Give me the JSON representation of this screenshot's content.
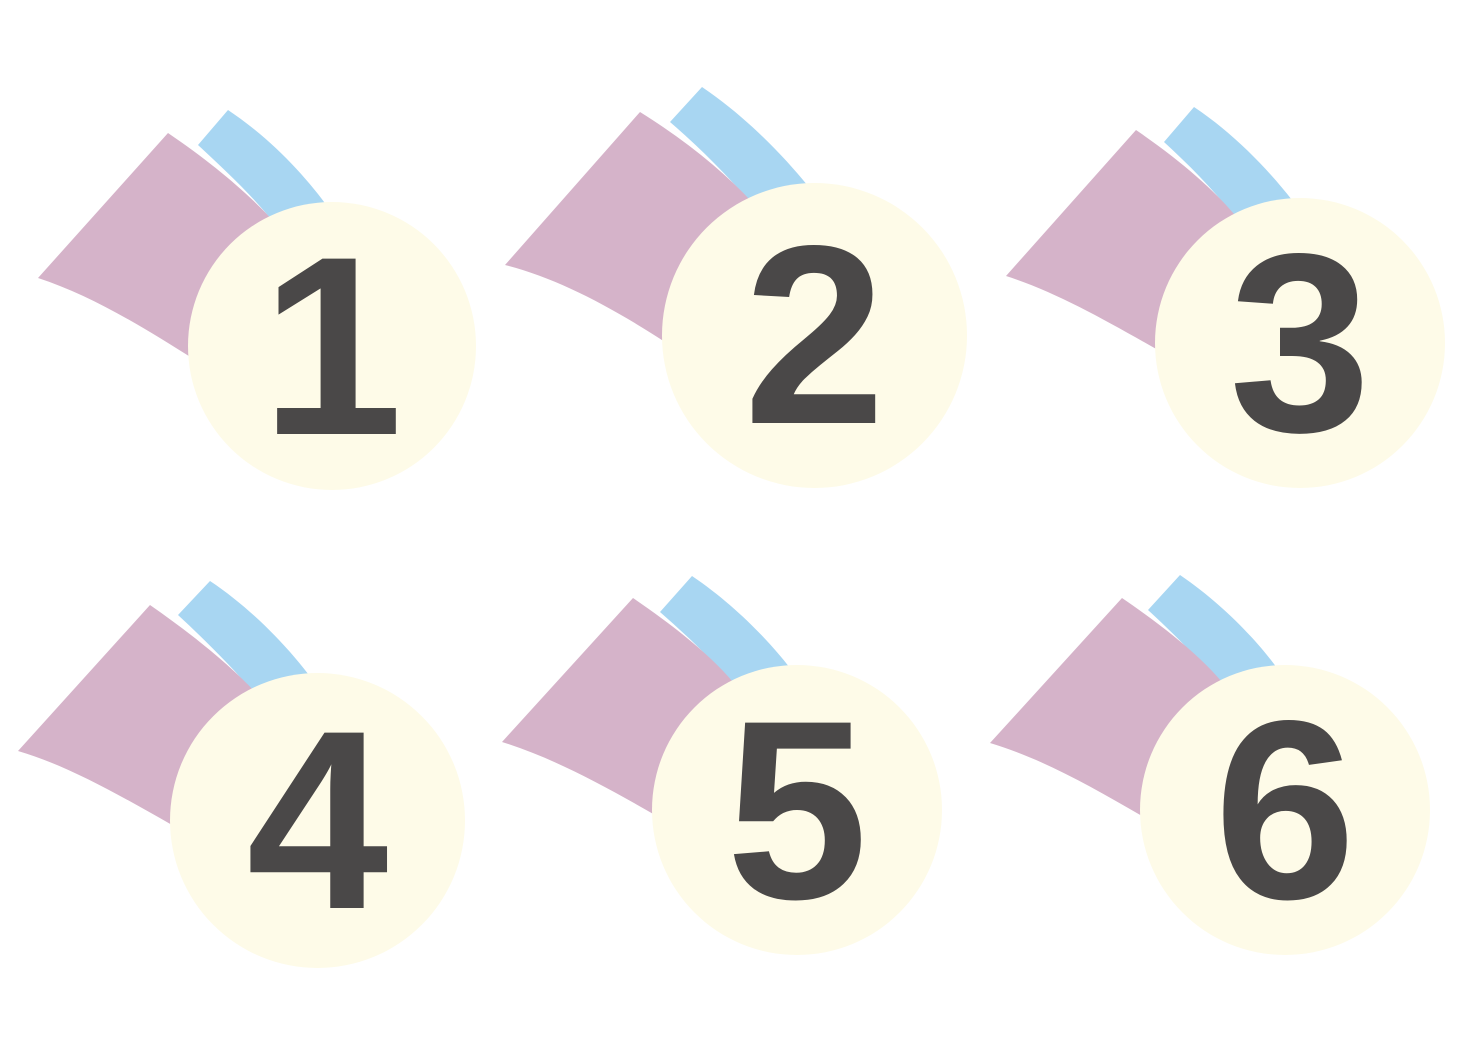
{
  "colors": {
    "background": "#ffffff",
    "ribbon_pink": "#d5b3c9",
    "ribbon_blue": "#a8d6f2",
    "disc": "#fefbe8",
    "number": "#4a4848"
  },
  "medals": [
    {
      "number": "1",
      "icon": "medal-icon"
    },
    {
      "number": "2",
      "icon": "medal-icon"
    },
    {
      "number": "3",
      "icon": "medal-icon"
    },
    {
      "number": "4",
      "icon": "medal-icon"
    },
    {
      "number": "5",
      "icon": "medal-icon"
    },
    {
      "number": "6",
      "icon": "medal-icon"
    }
  ]
}
